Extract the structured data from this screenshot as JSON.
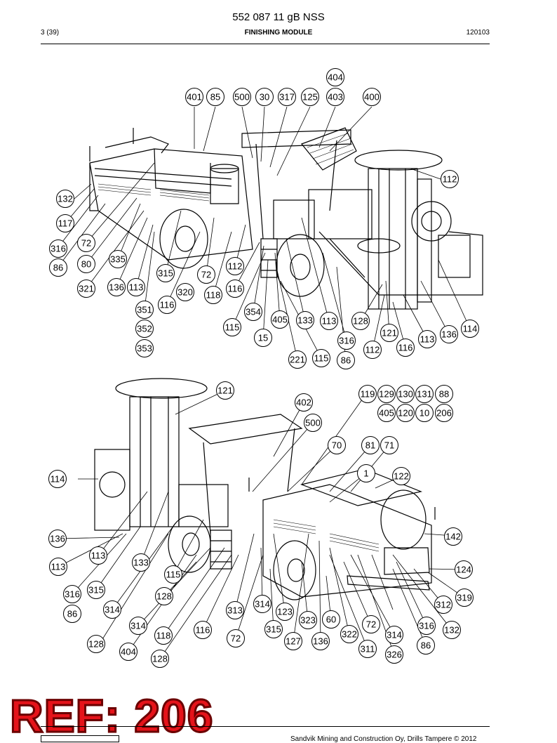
{
  "header": {
    "document_number": "552 087 11 gB NSS",
    "page": "3 (39)",
    "section": "FINISHING MODULE",
    "code": "120103"
  },
  "stamp": {
    "text": "REF: 206",
    "color": "#e5131a"
  },
  "footer": {
    "text": "Sandvik Mining and Construction Oy, Drills Tampere © 2012"
  },
  "top_view_callouts": [
    "404",
    "401",
    "85",
    "500",
    "30",
    "317",
    "125",
    "403",
    "400",
    "112",
    "132",
    "117",
    "72",
    "316",
    "86",
    "80",
    "335",
    "321",
    "136",
    "113",
    "315",
    "72",
    "112",
    "116",
    "320",
    "116",
    "118",
    "351",
    "352",
    "353",
    "354",
    "115",
    "15",
    "405",
    "133",
    "113",
    "128",
    "316",
    "121",
    "112",
    "116",
    "113",
    "136",
    "114",
    "221",
    "115",
    "86"
  ],
  "bottom_view_callouts": [
    "121",
    "402",
    "500",
    "119",
    "129",
    "130",
    "131",
    "88",
    "405",
    "120",
    "10",
    "206",
    "70",
    "81",
    "71",
    "1",
    "122",
    "114",
    "136",
    "113",
    "113",
    "133",
    "115",
    "316",
    "315",
    "128",
    "86",
    "314",
    "314",
    "118",
    "116",
    "313",
    "314",
    "72",
    "315",
    "123",
    "323",
    "60",
    "127",
    "136",
    "322",
    "72",
    "311",
    "314",
    "326",
    "316",
    "86",
    "312",
    "319",
    "142",
    "124",
    "132",
    "128",
    "404",
    "128"
  ]
}
